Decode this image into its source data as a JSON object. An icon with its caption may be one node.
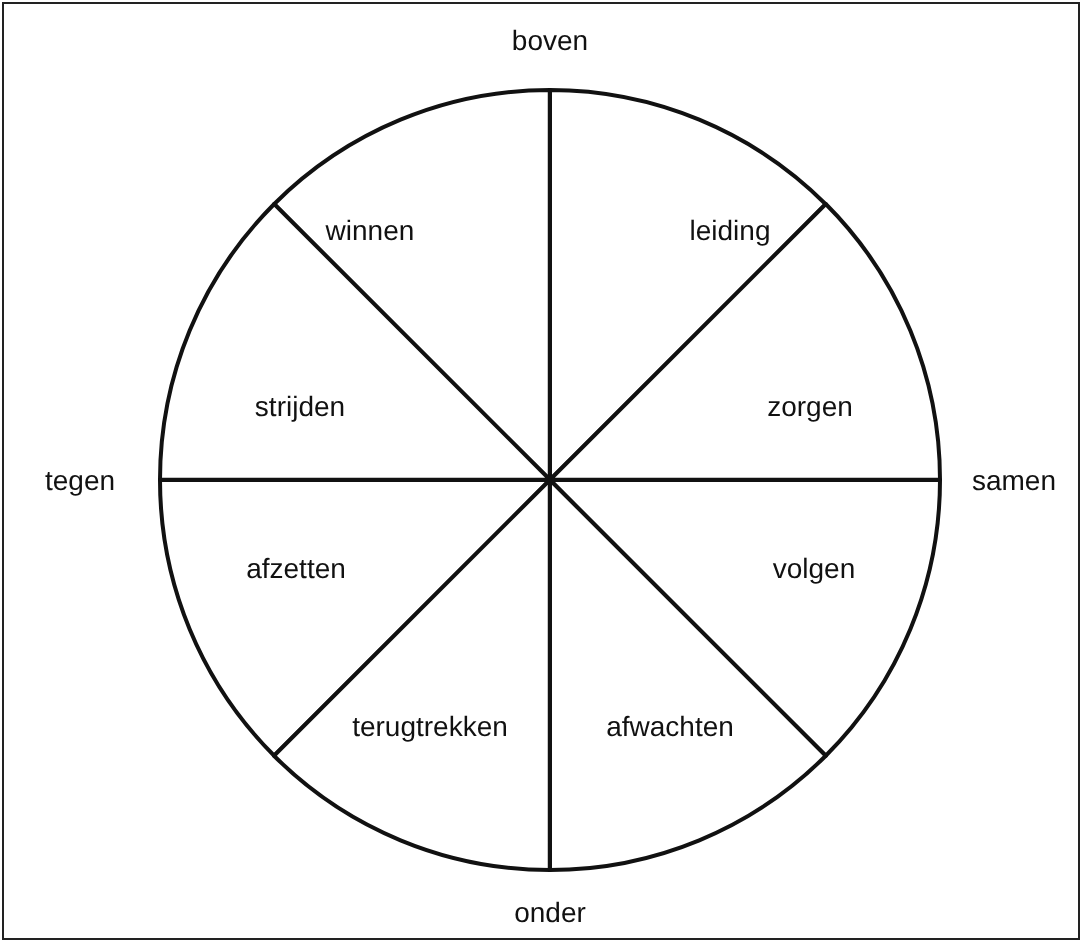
{
  "diagram": {
    "nodes": [
      {
        "text": [
          "winnen"
        ]
      },
      {
        "text": [
          "leiding"
        ]
      },
      {
        "text": [
          "strijden"
        ]
      },
      {
        "text": [
          "zorgen"
        ]
      },
      {
        "text": [
          "afzetten"
        ]
      },
      {
        "text": [
          "volgen"
        ]
      },
      {
        "text": [
          "terugtrekken"
        ]
      },
      {
        "text": [
          "afwachten"
        ]
      }
    ],
    "labels": [
      "boven",
      "tegen",
      "samen",
      "onder"
    ]
  }
}
